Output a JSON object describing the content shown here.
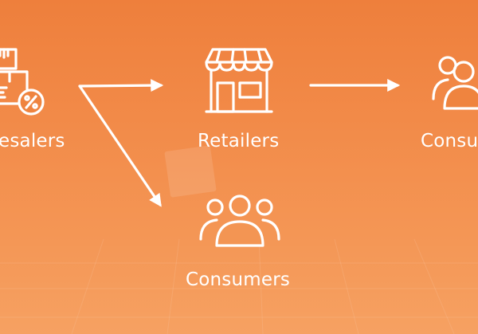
{
  "diagram": {
    "nodes": [
      {
        "id": "wholesalers",
        "label": "esalers",
        "icon": "boxes-discount-icon"
      },
      {
        "id": "retailers",
        "label": "Retailers",
        "icon": "storefront-icon"
      },
      {
        "id": "consumers_right",
        "label": "Consu",
        "icon": "people-group-icon"
      },
      {
        "id": "consumers_bottom",
        "label": "Consumers",
        "icon": "people-group-icon"
      }
    ],
    "edges": [
      {
        "from": "wholesalers",
        "to": "retailers"
      },
      {
        "from": "wholesalers",
        "to": "consumers_bottom"
      },
      {
        "from": "retailers",
        "to": "consumers_right"
      }
    ]
  },
  "colors": {
    "background_top": "#ee7f3c",
    "background_bottom": "#f6a162",
    "foreground": "#ffffff"
  }
}
